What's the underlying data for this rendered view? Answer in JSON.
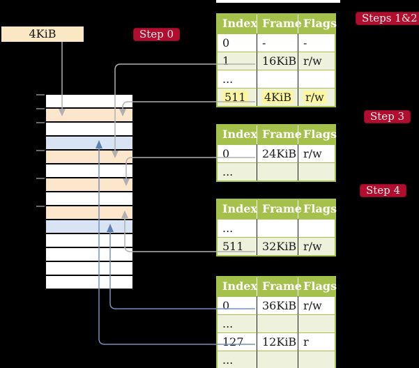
{
  "colors": {
    "background": "#000000",
    "white_row": "#ffffff",
    "table_header": "#a4c14c",
    "table_row_green": "#eef2dd",
    "highlight_yellow": "#fdf6a0",
    "badge_red": "#b00d2f",
    "badge_border": "#8c0a26",
    "badge_text": "#f4ecec",
    "peach": "#fce6cc",
    "blue_row": "#d8e4f3",
    "cream": "#f9e8c3",
    "gray_line": "#b0b0b0",
    "blue_line": "#7391bf",
    "blue_arrow": "#5d80b2"
  },
  "legend_box": {
    "label": "4KiB"
  },
  "badges": {
    "step0": "Step 0",
    "steps12": "Steps 1&2",
    "step3": "Step 3",
    "step4": "Step 4"
  },
  "tables": [
    {
      "name": "page-table-steps-1-2",
      "headers": [
        "Index",
        "Frame",
        "Flags"
      ],
      "rows": [
        {
          "cells": [
            "0",
            "-",
            "-"
          ],
          "green": false,
          "hl": false
        },
        {
          "cells": [
            "1",
            "16KiB",
            "r/w"
          ],
          "green": true,
          "hl": false
        },
        {
          "cells": [
            "...",
            "",
            ""
          ],
          "green": false,
          "hl": false
        },
        {
          "cells": [
            "511",
            "4KiB",
            "r/w"
          ],
          "green": true,
          "hl": true
        }
      ]
    },
    {
      "name": "page-table-step-3",
      "headers": [
        "Index",
        "Frame",
        "Flags"
      ],
      "rows": [
        {
          "cells": [
            "0",
            "24KiB",
            "r/w"
          ],
          "green": false,
          "hl": false
        },
        {
          "cells": [
            "...",
            "",
            ""
          ],
          "green": true,
          "hl": false
        }
      ]
    },
    {
      "name": "page-table-step-4",
      "headers": [
        "Index",
        "Frame",
        "Flags"
      ],
      "rows": [
        {
          "cells": [
            "...",
            "",
            ""
          ],
          "green": false,
          "hl": false
        },
        {
          "cells": [
            "511",
            "32KiB",
            "r/w"
          ],
          "green": true,
          "hl": false
        }
      ]
    },
    {
      "name": "page-table-final",
      "headers": [
        "Index",
        "Frame",
        "Flags"
      ],
      "rows": [
        {
          "cells": [
            "0",
            "36KiB",
            "r/w"
          ],
          "green": false,
          "hl": false
        },
        {
          "cells": [
            "...",
            "",
            ""
          ],
          "green": true,
          "hl": false
        },
        {
          "cells": [
            "127",
            "12KiB",
            "r"
          ],
          "green": false,
          "hl": false
        },
        {
          "cells": [
            "...",
            "",
            ""
          ],
          "green": true,
          "hl": false
        }
      ]
    }
  ],
  "stack": {
    "rows": [
      "white",
      "peach",
      "white",
      "blue",
      "peach",
      "white",
      "peach",
      "white",
      "peach",
      "blue",
      "white",
      "white",
      "white",
      "white"
    ]
  }
}
